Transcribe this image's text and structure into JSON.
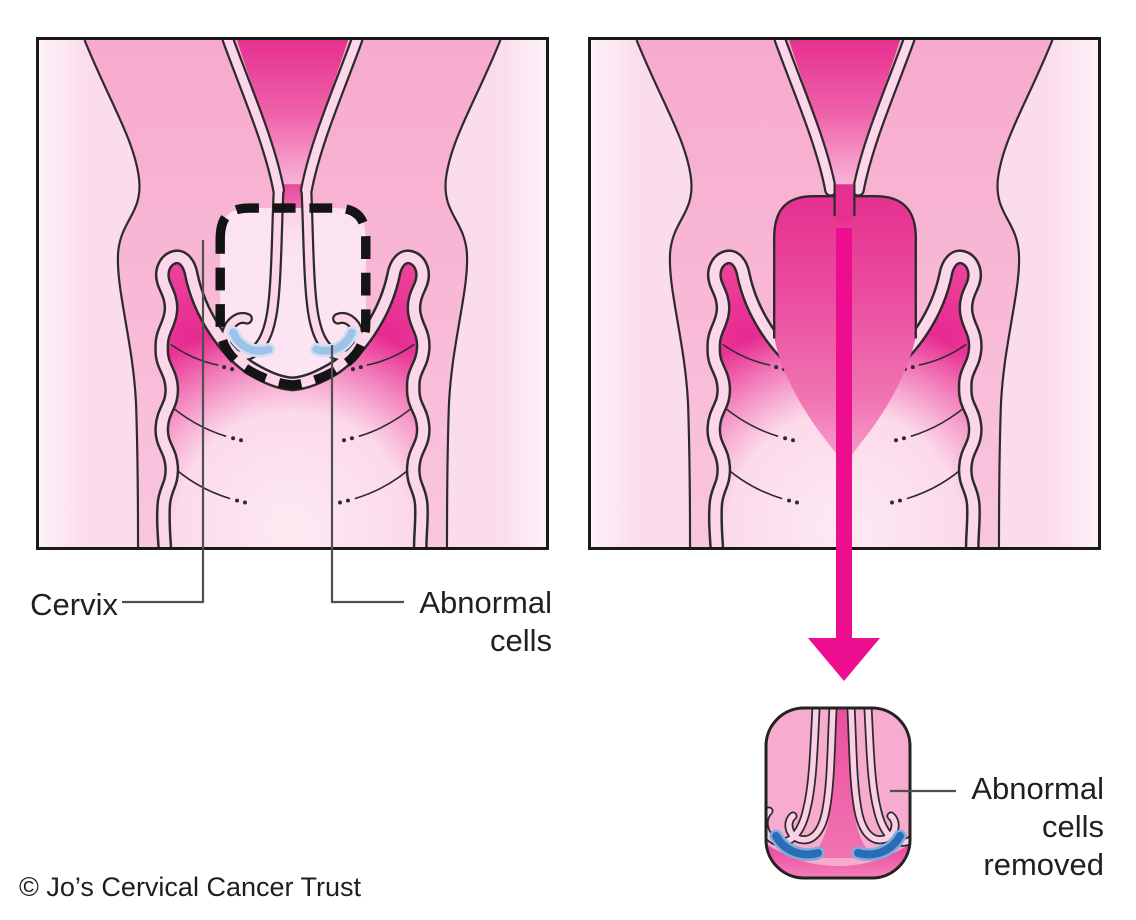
{
  "labels": {
    "cervix": "Cervix",
    "abnormal_cells": {
      "line1": "Abnormal",
      "line2": "cells"
    },
    "abnormal_cells_removed": {
      "line1": "Abnormal",
      "line2": "cells",
      "line3": "removed"
    }
  },
  "credit": "© Jo’s Cervical Cancer Trust",
  "colors": {
    "page_background": "#ffffff",
    "panel_background": "#fbdcec",
    "tissue_pink": "#f7aacd",
    "tissue_band_light": "#fbd7e9",
    "cavity_magenta": "#e6308f",
    "vagina_magenta": "#ee4a9d",
    "arrow_magenta": "#ec0e8f",
    "abnormal_cells_blue_light": "#9fc3e8",
    "abnormal_cells_blue_dark": "#2a6cb5",
    "outline_dark": "#2d2a2b",
    "dashed_outline": "#141414",
    "leader_line_gray": "#4f4f4f",
    "label_text": "#231f20"
  }
}
